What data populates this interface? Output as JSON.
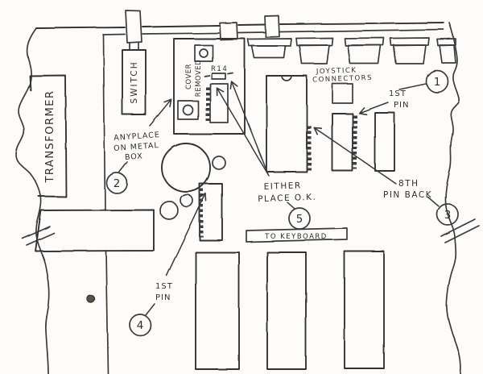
{
  "figure": {
    "type": "hand-drawn circuit board diagram on torn paper",
    "ink_color": "#3a3a3a",
    "paper_color": "#fdfcfa"
  },
  "labels": {
    "transformer": "TRANSFORMER",
    "switch": "SWITCH",
    "cover_line1": "COVER",
    "cover_line2": "REMOVED",
    "r14": "R14",
    "joystick_line1": "JOYSTICK",
    "joystick_line2": "CONNECTORS",
    "anyplace_line1": "ANYPLACE",
    "anyplace_line2": "ON METAL",
    "anyplace_line3": "BOX",
    "first_pin_top_line1": "1ST",
    "first_pin_top_line2": "PIN",
    "eighth_pin_line1": "8TH",
    "eighth_pin_line2": "PIN BACK",
    "either_line1": "EITHER",
    "either_line2": "PLACE O.K.",
    "to_keyboard": "TO KEYBOARD",
    "first_pin_bottom_line1": "1ST",
    "first_pin_bottom_line2": "PIN"
  },
  "callouts": {
    "one": "1",
    "two": "2",
    "three": "3",
    "four": "4",
    "five": "5"
  }
}
